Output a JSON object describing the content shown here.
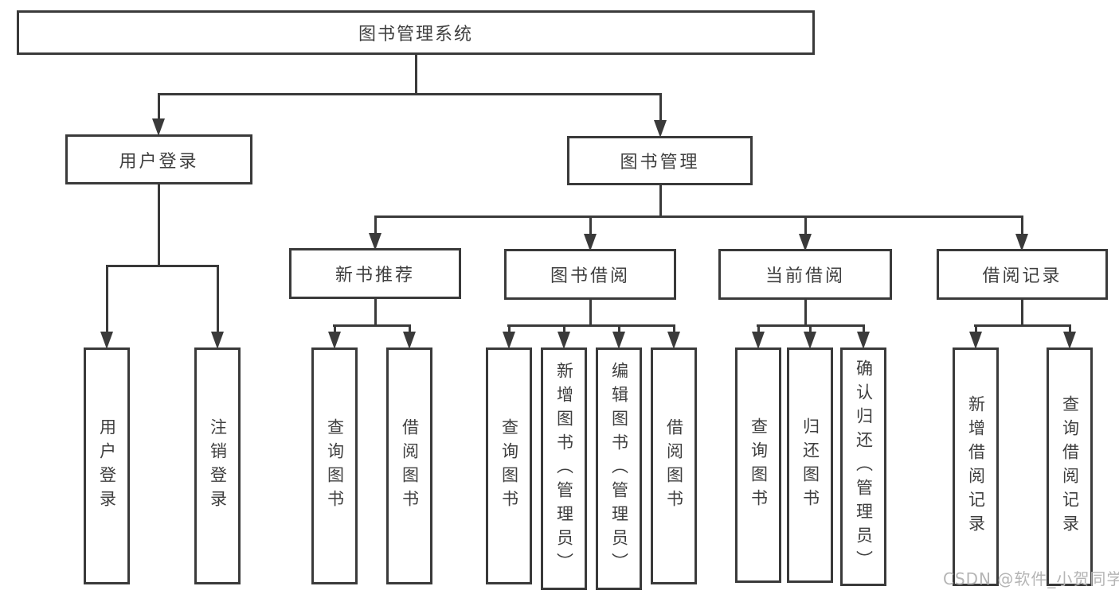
{
  "title": "图书管理系统",
  "watermark": "CSDN @软件_小贺同学",
  "colors": {
    "line": "#3a3a3a",
    "text": "#3f3f3f",
    "background": "#ffffff",
    "watermark": "#b5b5b5"
  },
  "nodes": {
    "root": {
      "label": "图书管理系统"
    },
    "user_login": {
      "label": "用户登录"
    },
    "book_mgmt": {
      "label": "图书管理"
    },
    "new_book_rec": {
      "label": "新书推荐"
    },
    "book_borrow": {
      "label": "图书借阅"
    },
    "current_borrow": {
      "label": "当前借阅"
    },
    "borrow_record": {
      "label": "借阅记录"
    },
    "leaf_user_login": {
      "label": "用户登录"
    },
    "leaf_logout": {
      "label": "注销登录"
    },
    "leaf_query_book_1": {
      "label": "查询图书"
    },
    "leaf_borrow_book_1": {
      "label": "借阅图书"
    },
    "leaf_query_book_2": {
      "label": "查询图书"
    },
    "leaf_add_book": {
      "label": "新增图书（管理员）"
    },
    "leaf_edit_book": {
      "label": "编辑图书（管理员）"
    },
    "leaf_borrow_book_2": {
      "label": "借阅图书"
    },
    "leaf_query_book_3": {
      "label": "查询图书"
    },
    "leaf_return_book": {
      "label": "归还图书"
    },
    "leaf_confirm_return": {
      "label": "确认归还（管理员）"
    },
    "leaf_add_record": {
      "label": "新增借阅记录"
    },
    "leaf_query_record": {
      "label": "查询借阅记录"
    }
  },
  "hierarchy": [
    {
      "parent": "图书管理系统",
      "children": [
        "用户登录",
        "图书管理"
      ]
    },
    {
      "parent": "用户登录",
      "children": [
        "用户登录",
        "注销登录"
      ]
    },
    {
      "parent": "图书管理",
      "children": [
        "新书推荐",
        "图书借阅",
        "当前借阅",
        "借阅记录"
      ]
    },
    {
      "parent": "新书推荐",
      "children": [
        "查询图书",
        "借阅图书"
      ]
    },
    {
      "parent": "图书借阅",
      "children": [
        "查询图书",
        "新增图书（管理员）",
        "编辑图书（管理员）",
        "借阅图书"
      ]
    },
    {
      "parent": "当前借阅",
      "children": [
        "查询图书",
        "归还图书",
        "确认归还（管理员）"
      ]
    },
    {
      "parent": "借阅记录",
      "children": [
        "新增借阅记录",
        "查询借阅记录"
      ]
    }
  ]
}
